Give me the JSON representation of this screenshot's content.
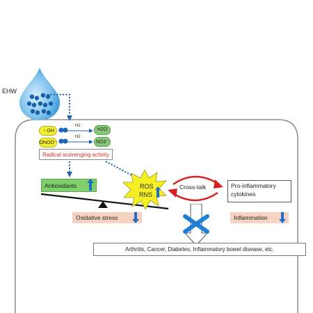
{
  "ehw_label": "EHW",
  "reactions": [
    {
      "reactant": "・OH",
      "agent": "H2",
      "product": "H2O"
    },
    {
      "reactant": "ONOO⁻",
      "agent": "H2",
      "product": "NO3⁻"
    }
  ],
  "radical_scavenging": "Radical scavenging activity",
  "antioxidants": "Antioxidants",
  "ros": "ROS",
  "rns": "RNS",
  "crosstalk": "Cross-talk",
  "cytokines_line1": "Pro-inflammatory",
  "cytokines_line2": "cytokines",
  "oxidative_stress": "Oxidative stress",
  "inflammation": "Inflammation",
  "diseases": "Arthritis, Cancer, Diabetes, Inflammatory bowel disease, etc.",
  "colors": {
    "water_blue": "#1a6fb8",
    "dot_arrow": "#1e63b5",
    "red_label": "#e02828",
    "yellow_pill": "#f3ef2c",
    "green_pill": "#86c97a",
    "antioxidant_box": "#7fcf6a",
    "salmon_box": "#f6d3c1",
    "burst_yellow": "#f5f023",
    "crosstalk_red": "#d92020",
    "block_x_blue": "#1f7fd6"
  }
}
